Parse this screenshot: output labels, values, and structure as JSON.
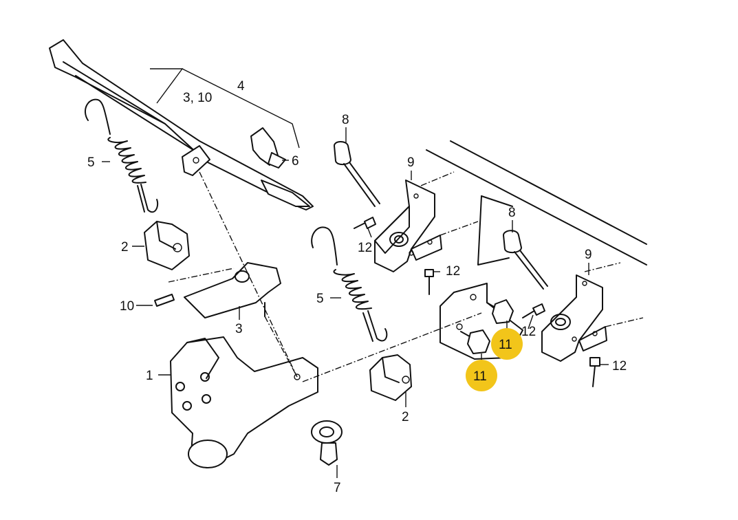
{
  "diagram": {
    "callouts": {
      "c1": "1",
      "c2a": "2",
      "c2b": "2",
      "c3": "3",
      "c3_10": "3, 10",
      "c4": "4",
      "c5a": "5",
      "c5b": "5",
      "c6": "6",
      "c7": "7",
      "c8a": "8",
      "c8b": "8",
      "c9a": "9",
      "c9b": "9",
      "c10": "10",
      "c11a": "11",
      "c11b": "11",
      "c12a": "12",
      "c12b": "12",
      "c12c": "12",
      "c12d": "12"
    },
    "highlight_color": "#f2c51a"
  }
}
